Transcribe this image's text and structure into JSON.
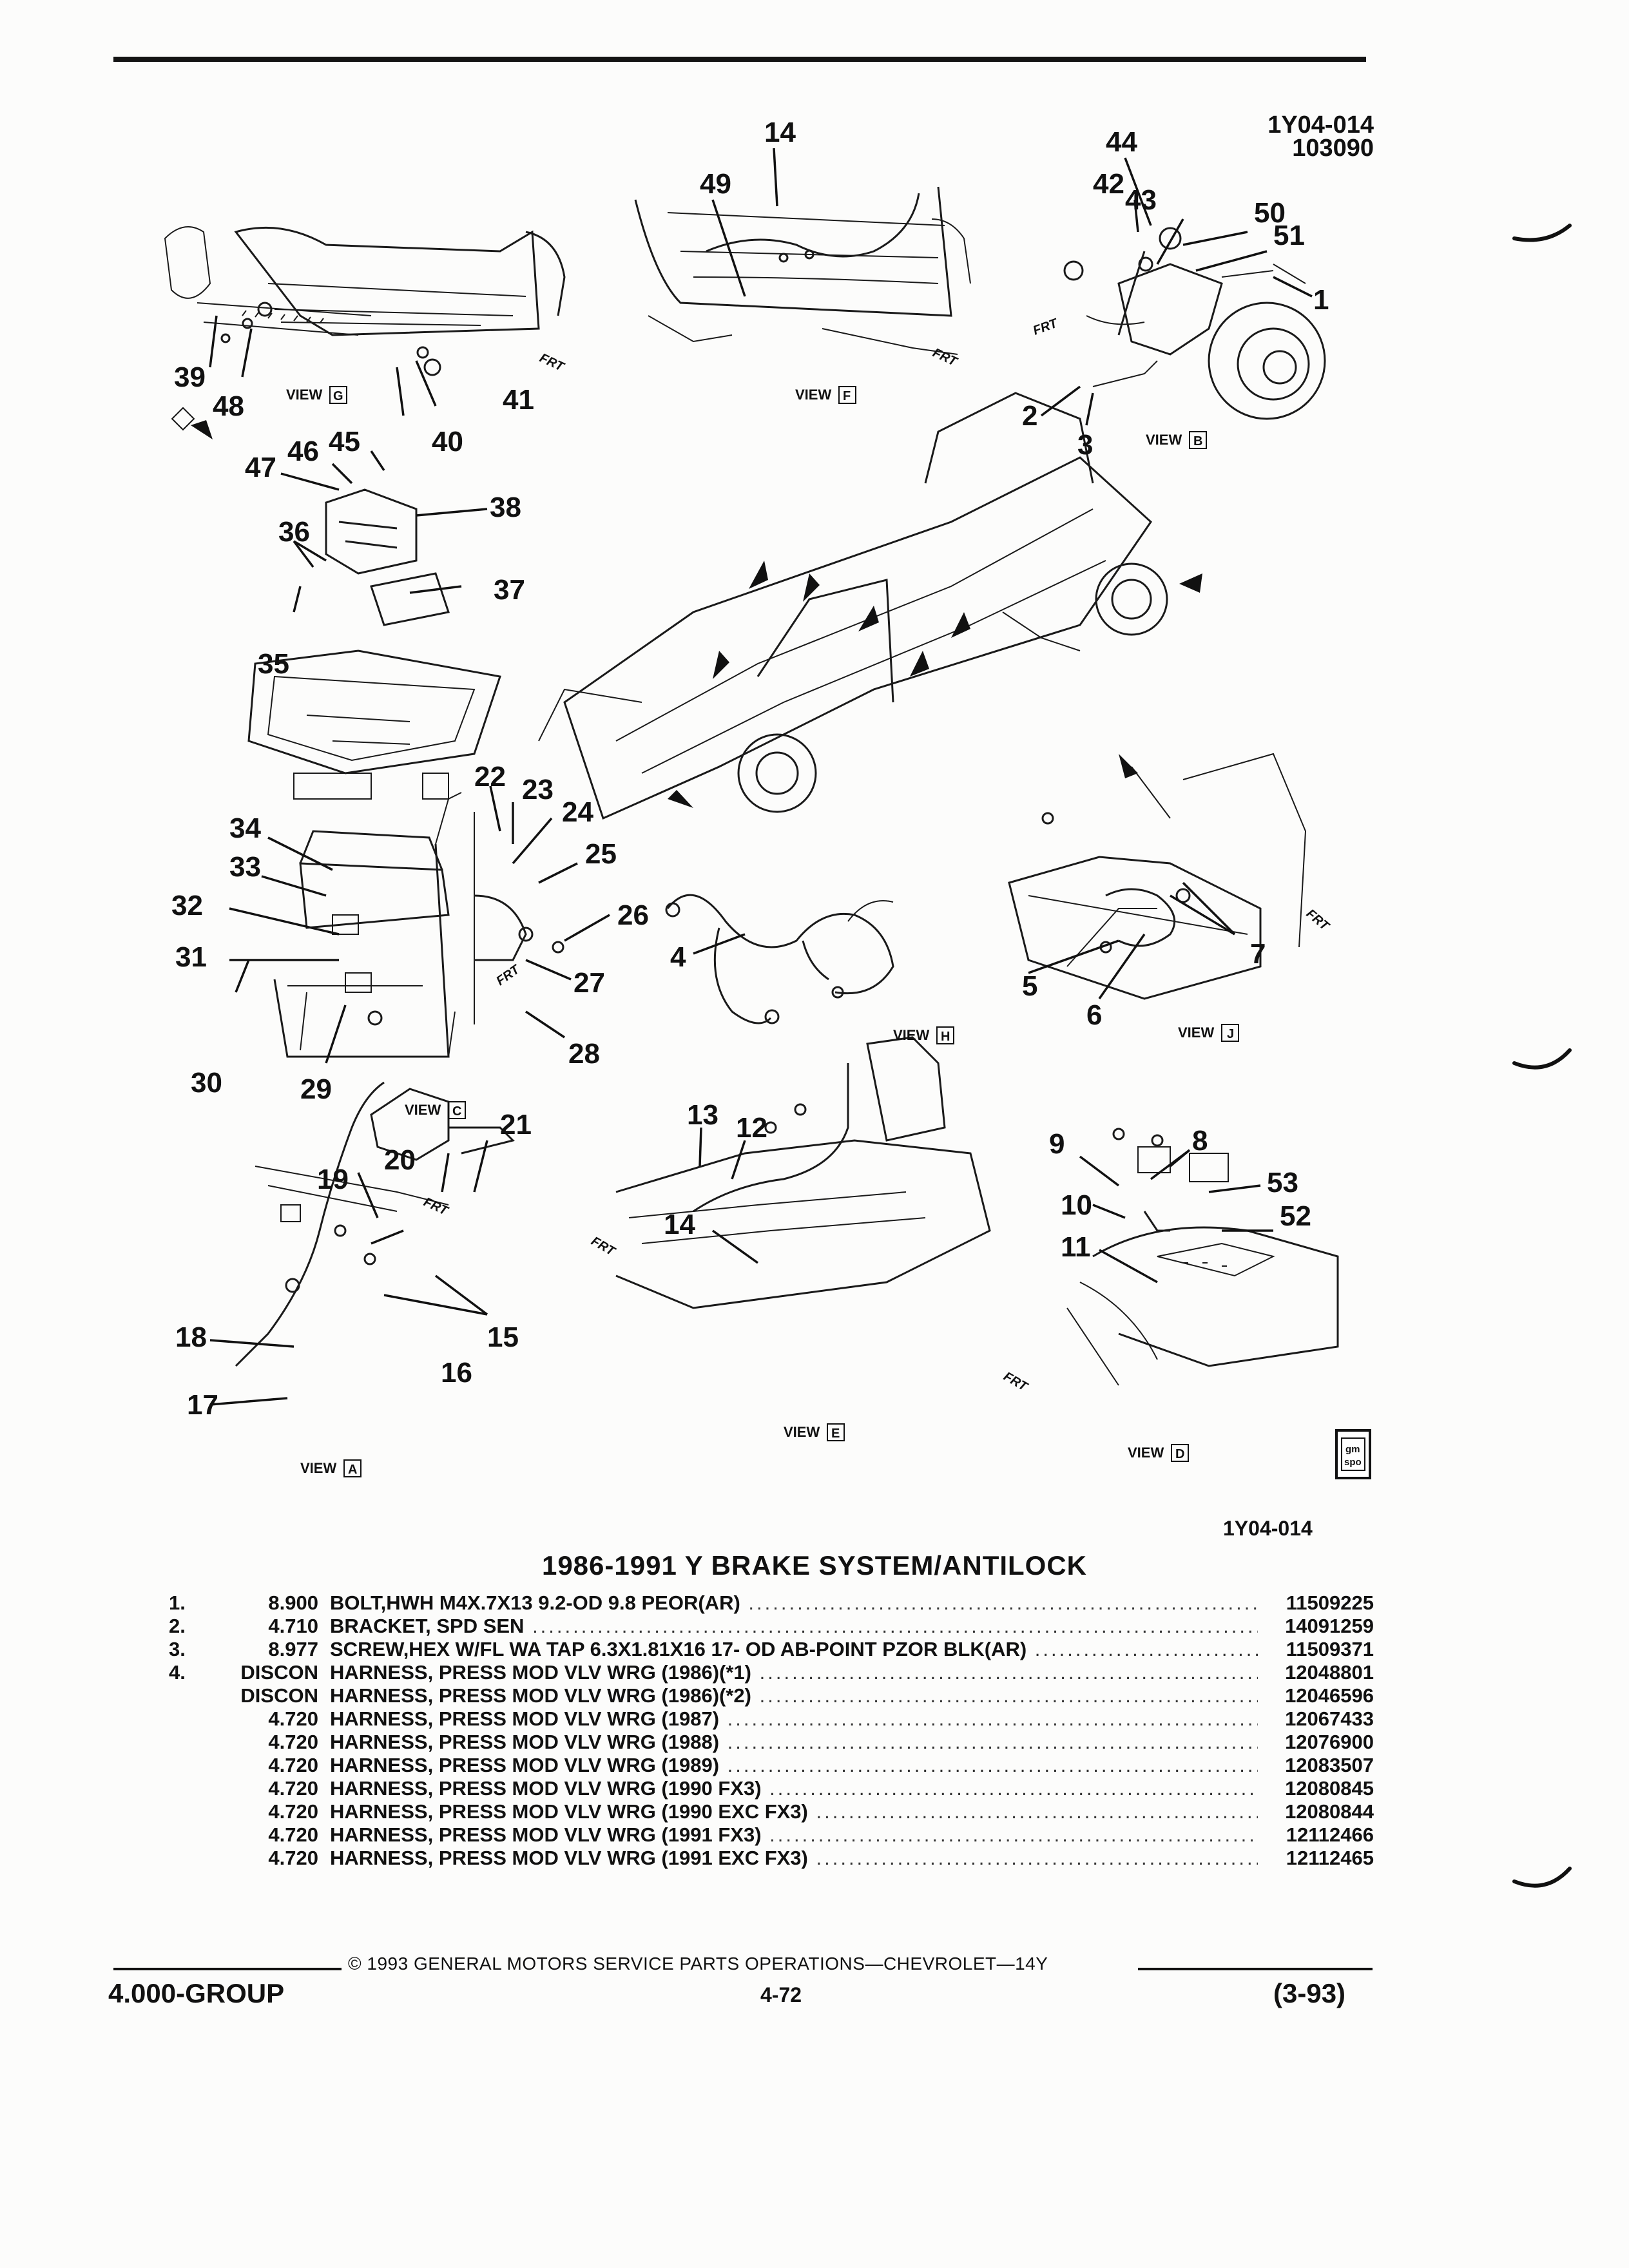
{
  "header": {
    "codes": [
      "1Y04-014",
      "103090"
    ]
  },
  "illustration": {
    "footer_code": "1Y04-014",
    "views": [
      {
        "id": "G",
        "label": "VIEW",
        "letter": "G"
      },
      {
        "id": "F",
        "label": "VIEW",
        "letter": "F"
      },
      {
        "id": "B",
        "label": "VIEW",
        "letter": "B"
      },
      {
        "id": "C",
        "label": "VIEW",
        "letter": "C"
      },
      {
        "id": "H",
        "label": "VIEW",
        "letter": "H"
      },
      {
        "id": "J",
        "label": "VIEW",
        "letter": "J"
      },
      {
        "id": "A",
        "label": "VIEW",
        "letter": "A"
      },
      {
        "id": "E",
        "label": "VIEW",
        "letter": "E"
      },
      {
        "id": "D",
        "label": "VIEW",
        "letter": "D"
      }
    ],
    "frt_label": "FRT",
    "logo_text": [
      "gm",
      "spo"
    ]
  },
  "section_title": "1986-1991 Y BRAKE SYSTEM/ANTILOCK",
  "parts": [
    {
      "num": "1.",
      "code": "8.900",
      "name": "BOLT",
      "desc": ",HWH M4X.7X13 9.2-OD 9.8 PEOR(AR)",
      "part": "11509225"
    },
    {
      "num": "2.",
      "code": "4.710",
      "name": "BRACKET",
      "desc": ", SPD SEN",
      "part": "14091259"
    },
    {
      "num": "3.",
      "code": "8.977",
      "name": "SCREW",
      "desc": ",HEX W/FL WA TAP 6.3X1.81X16 17- OD AB-POINT PZOR BLK(AR)",
      "part": "11509371"
    },
    {
      "num": "4.",
      "code": "DISCON",
      "name": "HARNESS",
      "desc": ", PRESS MOD VLV WRG (1986)(*1)",
      "part": "12048801"
    },
    {
      "num": "",
      "code": "DISCON",
      "name": "HARNESS",
      "desc": ", PRESS MOD VLV WRG (1986)(*2)",
      "part": "12046596"
    },
    {
      "num": "",
      "code": "4.720",
      "name": "HARNESS",
      "desc": ", PRESS MOD VLV WRG (1987)",
      "part": "12067433"
    },
    {
      "num": "",
      "code": "4.720",
      "name": "HARNESS",
      "desc": ", PRESS MOD VLV WRG (1988)",
      "part": "12076900"
    },
    {
      "num": "",
      "code": "4.720",
      "name": "HARNESS",
      "desc": ", PRESS MOD VLV WRG (1989)",
      "part": "12083507"
    },
    {
      "num": "",
      "code": "4.720",
      "name": "HARNESS",
      "desc": ", PRESS MOD VLV WRG (1990 FX3)",
      "part": "12080845"
    },
    {
      "num": "",
      "code": "4.720",
      "name": "HARNESS",
      "desc": ", PRESS MOD VLV WRG (1990 EXC FX3)",
      "part": "12080844"
    },
    {
      "num": "",
      "code": "4.720",
      "name": "HARNESS",
      "desc": ", PRESS MOD VLV WRG (1991 FX3)",
      "part": "12112466"
    },
    {
      "num": "",
      "code": "4.720",
      "name": "HARNESS",
      "desc": ", PRESS MOD VLV WRG (1991 EXC FX3)",
      "part": "12112465"
    }
  ],
  "footer": {
    "copyright": "© 1993 GENERAL MOTORS SERVICE PARTS OPERATIONS—CHEVROLET—14Y",
    "group": "4.000-GROUP",
    "page_number": "4-72",
    "revision": "(3-93)"
  }
}
